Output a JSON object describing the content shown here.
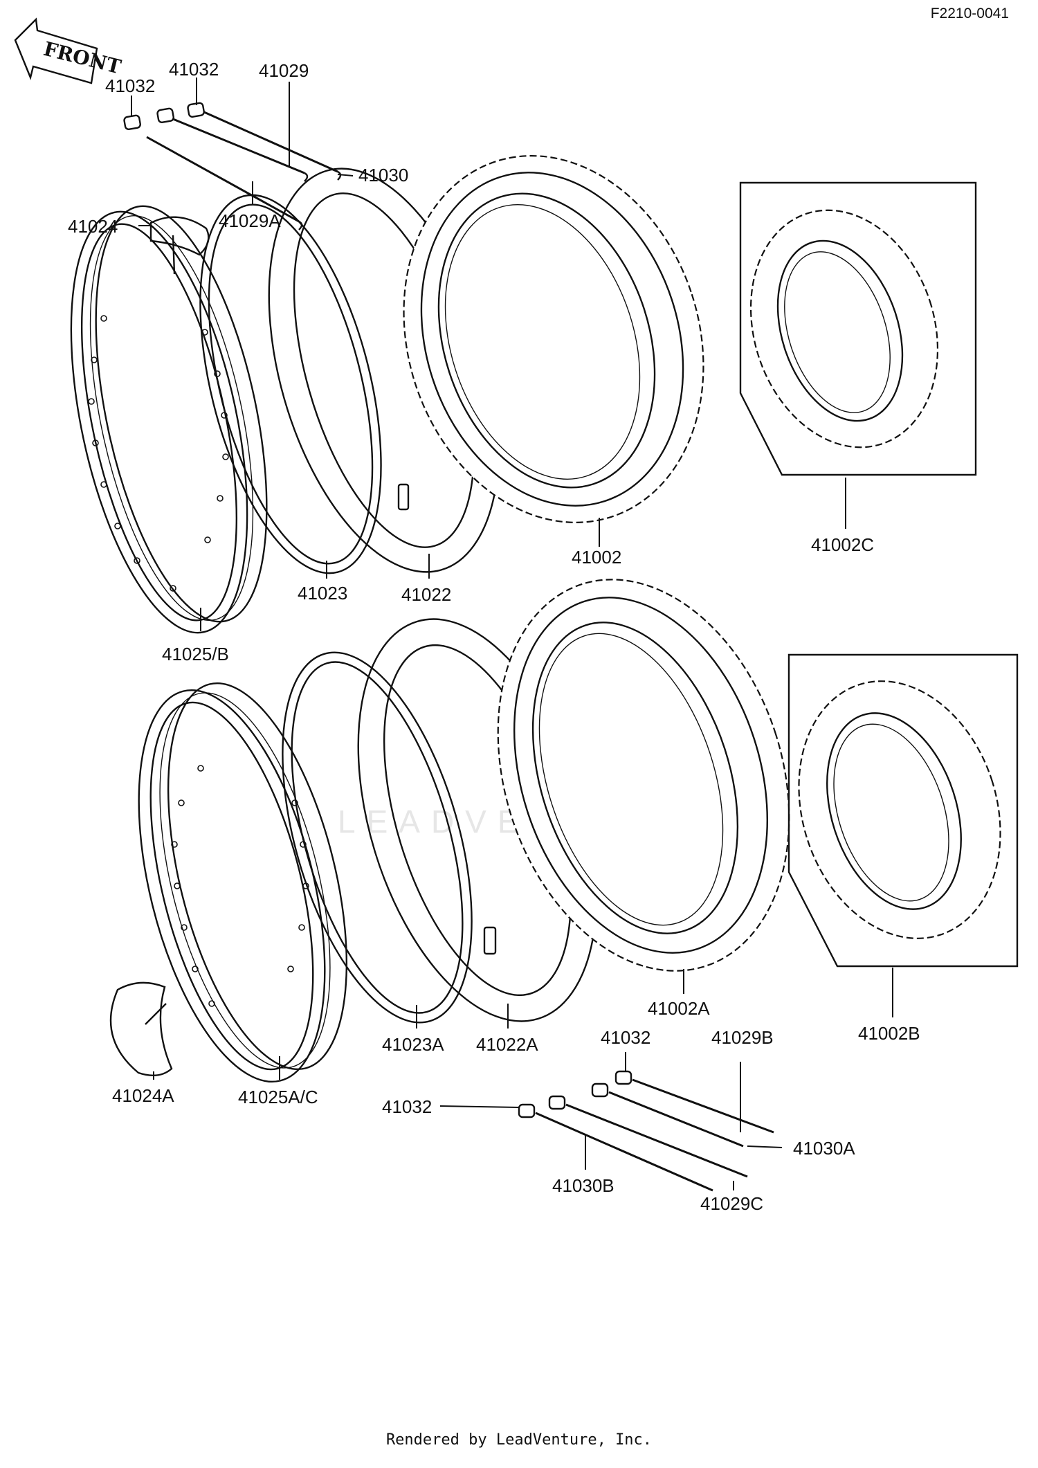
{
  "diagram": {
    "id": "F2210-0041",
    "front_label": "FRONT",
    "watermark": "LEADVENTURE",
    "footer": "Rendered by LeadVenture, Inc.",
    "callouts": {
      "p41032_a": "41032",
      "p41032_b": "41032",
      "p41029": "41029",
      "p41030": "41030",
      "p41024": "41024",
      "p41029A": "41029A",
      "p41002": "41002",
      "p41002C": "41002C",
      "p41023": "41023",
      "p41022": "41022",
      "p41025B": "41025/B",
      "p41002A": "41002A",
      "p41002B": "41002B",
      "p41023A": "41023A",
      "p41022A": "41022A",
      "p41024A": "41024A",
      "p41025AC": "41025A/C",
      "p41032_c": "41032",
      "p41029B": "41029B",
      "p41032_d": "41032",
      "p41030A": "41030A",
      "p41030B": "41030B",
      "p41029C": "41029C"
    }
  }
}
